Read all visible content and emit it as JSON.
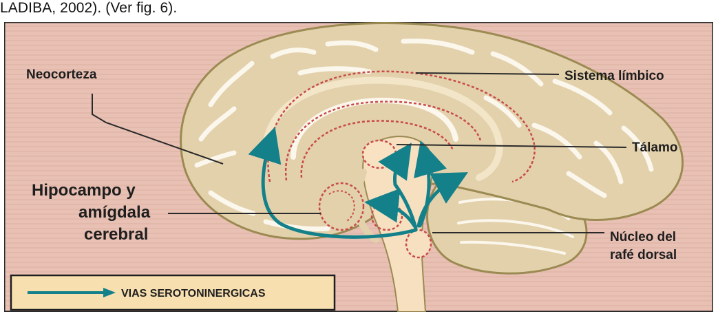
{
  "caption": "LADIBA, 2002). (Ver fig. 6).",
  "labels": {
    "neocorteza": "Neocorteza",
    "sistema_limbico": "Sistema límbico",
    "talamo": "Tálamo",
    "hipocampo_line1": "Hipocampo y",
    "hipocampo_line2": "amígdala",
    "hipocampo_line3": "cerebral",
    "nucleo_line1": "Núcleo del",
    "nucleo_line2": "rafé dorsal"
  },
  "legend": {
    "label": "VIAS SEROTONINERGICAS"
  },
  "colors": {
    "background": "#e9c1b4",
    "brain_fill": "#e3d1ac",
    "brain_outline": "#9b8a52",
    "sulci": "#fbf7ec",
    "brainstem": "#f6e0c0",
    "limbic_dash": "#c84a4a",
    "pathway": "#14808a",
    "legend_fill": "#f7dfb0"
  }
}
